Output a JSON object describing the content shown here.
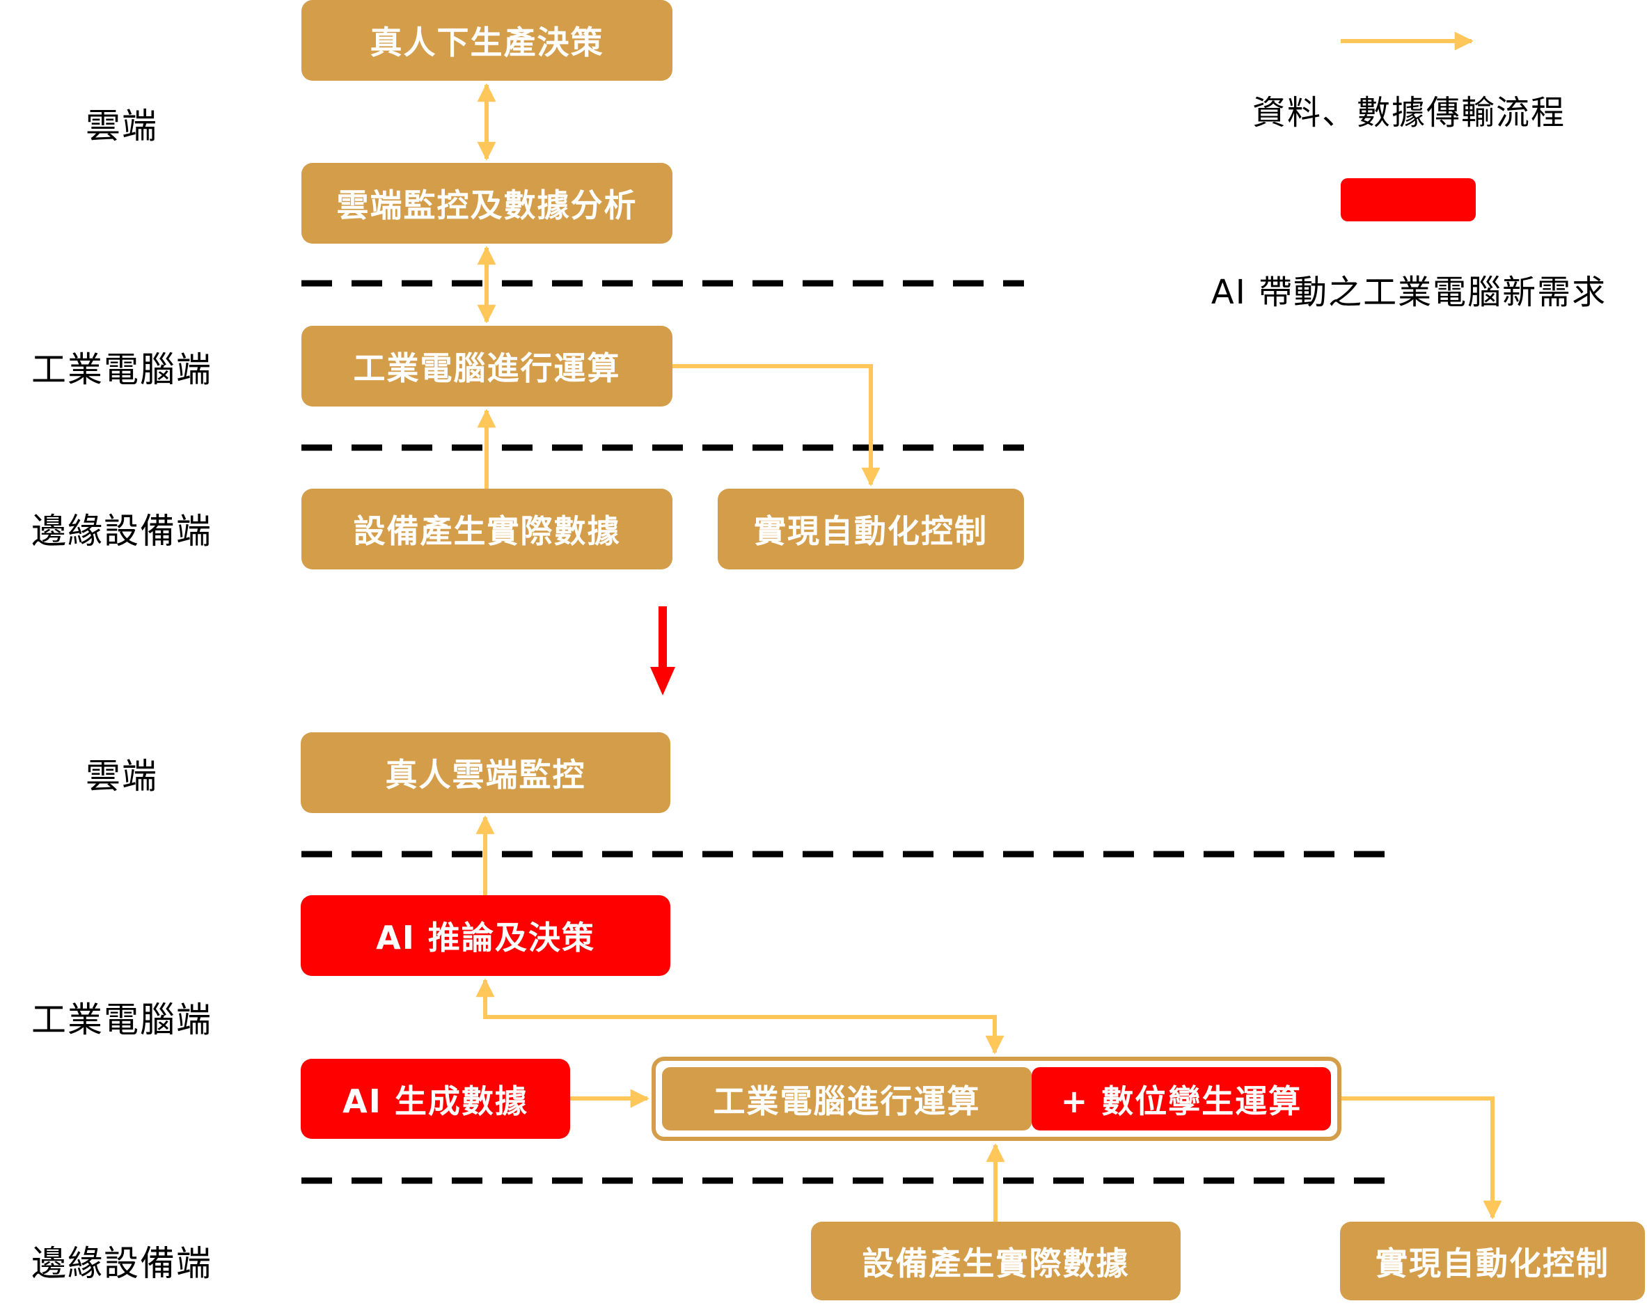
{
  "colors": {
    "box_tan": "#D39D4A",
    "box_red": "#FF0000",
    "flow_arrow": "#FFC65A",
    "transition_arrow": "#FF0000",
    "divider": "#000000"
  },
  "legend": {
    "flow_label": "資料、數據傳輸流程",
    "new_demand_label": "AI 帶動之工業電腦新需求"
  },
  "before": {
    "lanes": {
      "cloud": "雲端",
      "ipc": "工業電腦端",
      "edge": "邊緣設備端"
    },
    "boxes": {
      "human_decision": "真人下生產決策",
      "cloud_monitoring": "雲端監控及數據分析",
      "ipc_compute": "工業電腦進行運算",
      "device_data": "設備產生實際數據",
      "automation": "實現自動化控制"
    }
  },
  "after": {
    "lanes": {
      "cloud": "雲端",
      "ipc": "工業電腦端",
      "edge": "邊緣設備端"
    },
    "boxes": {
      "human_cloud_monitoring": "真人雲端監控",
      "ai_inference": "AI 推論及決策",
      "ai_generated_data": "AI 生成數據",
      "ipc_compute": "工業電腦進行運算",
      "digital_twin": "+ 數位孿生運算",
      "device_data": "設備產生實際數據",
      "automation": "實現自動化控制"
    }
  }
}
